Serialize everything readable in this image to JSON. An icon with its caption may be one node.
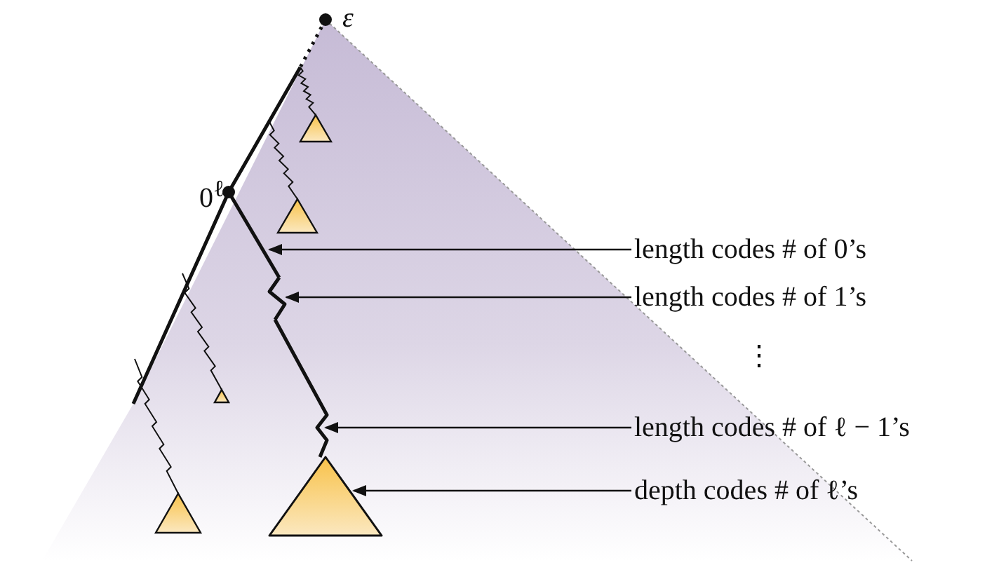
{
  "diagram": {
    "nodes": [
      {
        "text": [
          "length codes # of 0’s"
        ]
      },
      {
        "text": [
          "length codes # of 1’s"
        ]
      },
      {
        "text": [
          "length codes # of ℓ − 1’s"
        ]
      },
      {
        "text": [
          "depth codes # of ℓ’s"
        ]
      },
      {
        "text": [],
        "shape": "line"
      },
      {
        "text": [],
        "shape": "line"
      },
      {
        "text": [],
        "shape": "line"
      },
      {
        "text": [],
        "shape": "triangle"
      }
    ],
    "edges": [
      {
        "from": 0,
        "to": 4,
        "arrow": "to"
      },
      {
        "from": 1,
        "to": 5,
        "arrow": "to"
      },
      {
        "from": 2,
        "to": 6,
        "arrow": "to"
      },
      {
        "from": 3,
        "to": 7,
        "arrow": "to"
      }
    ],
    "labels": [
      "ε",
      "0$^{ℓ}$",
      "⋮"
    ]
  }
}
